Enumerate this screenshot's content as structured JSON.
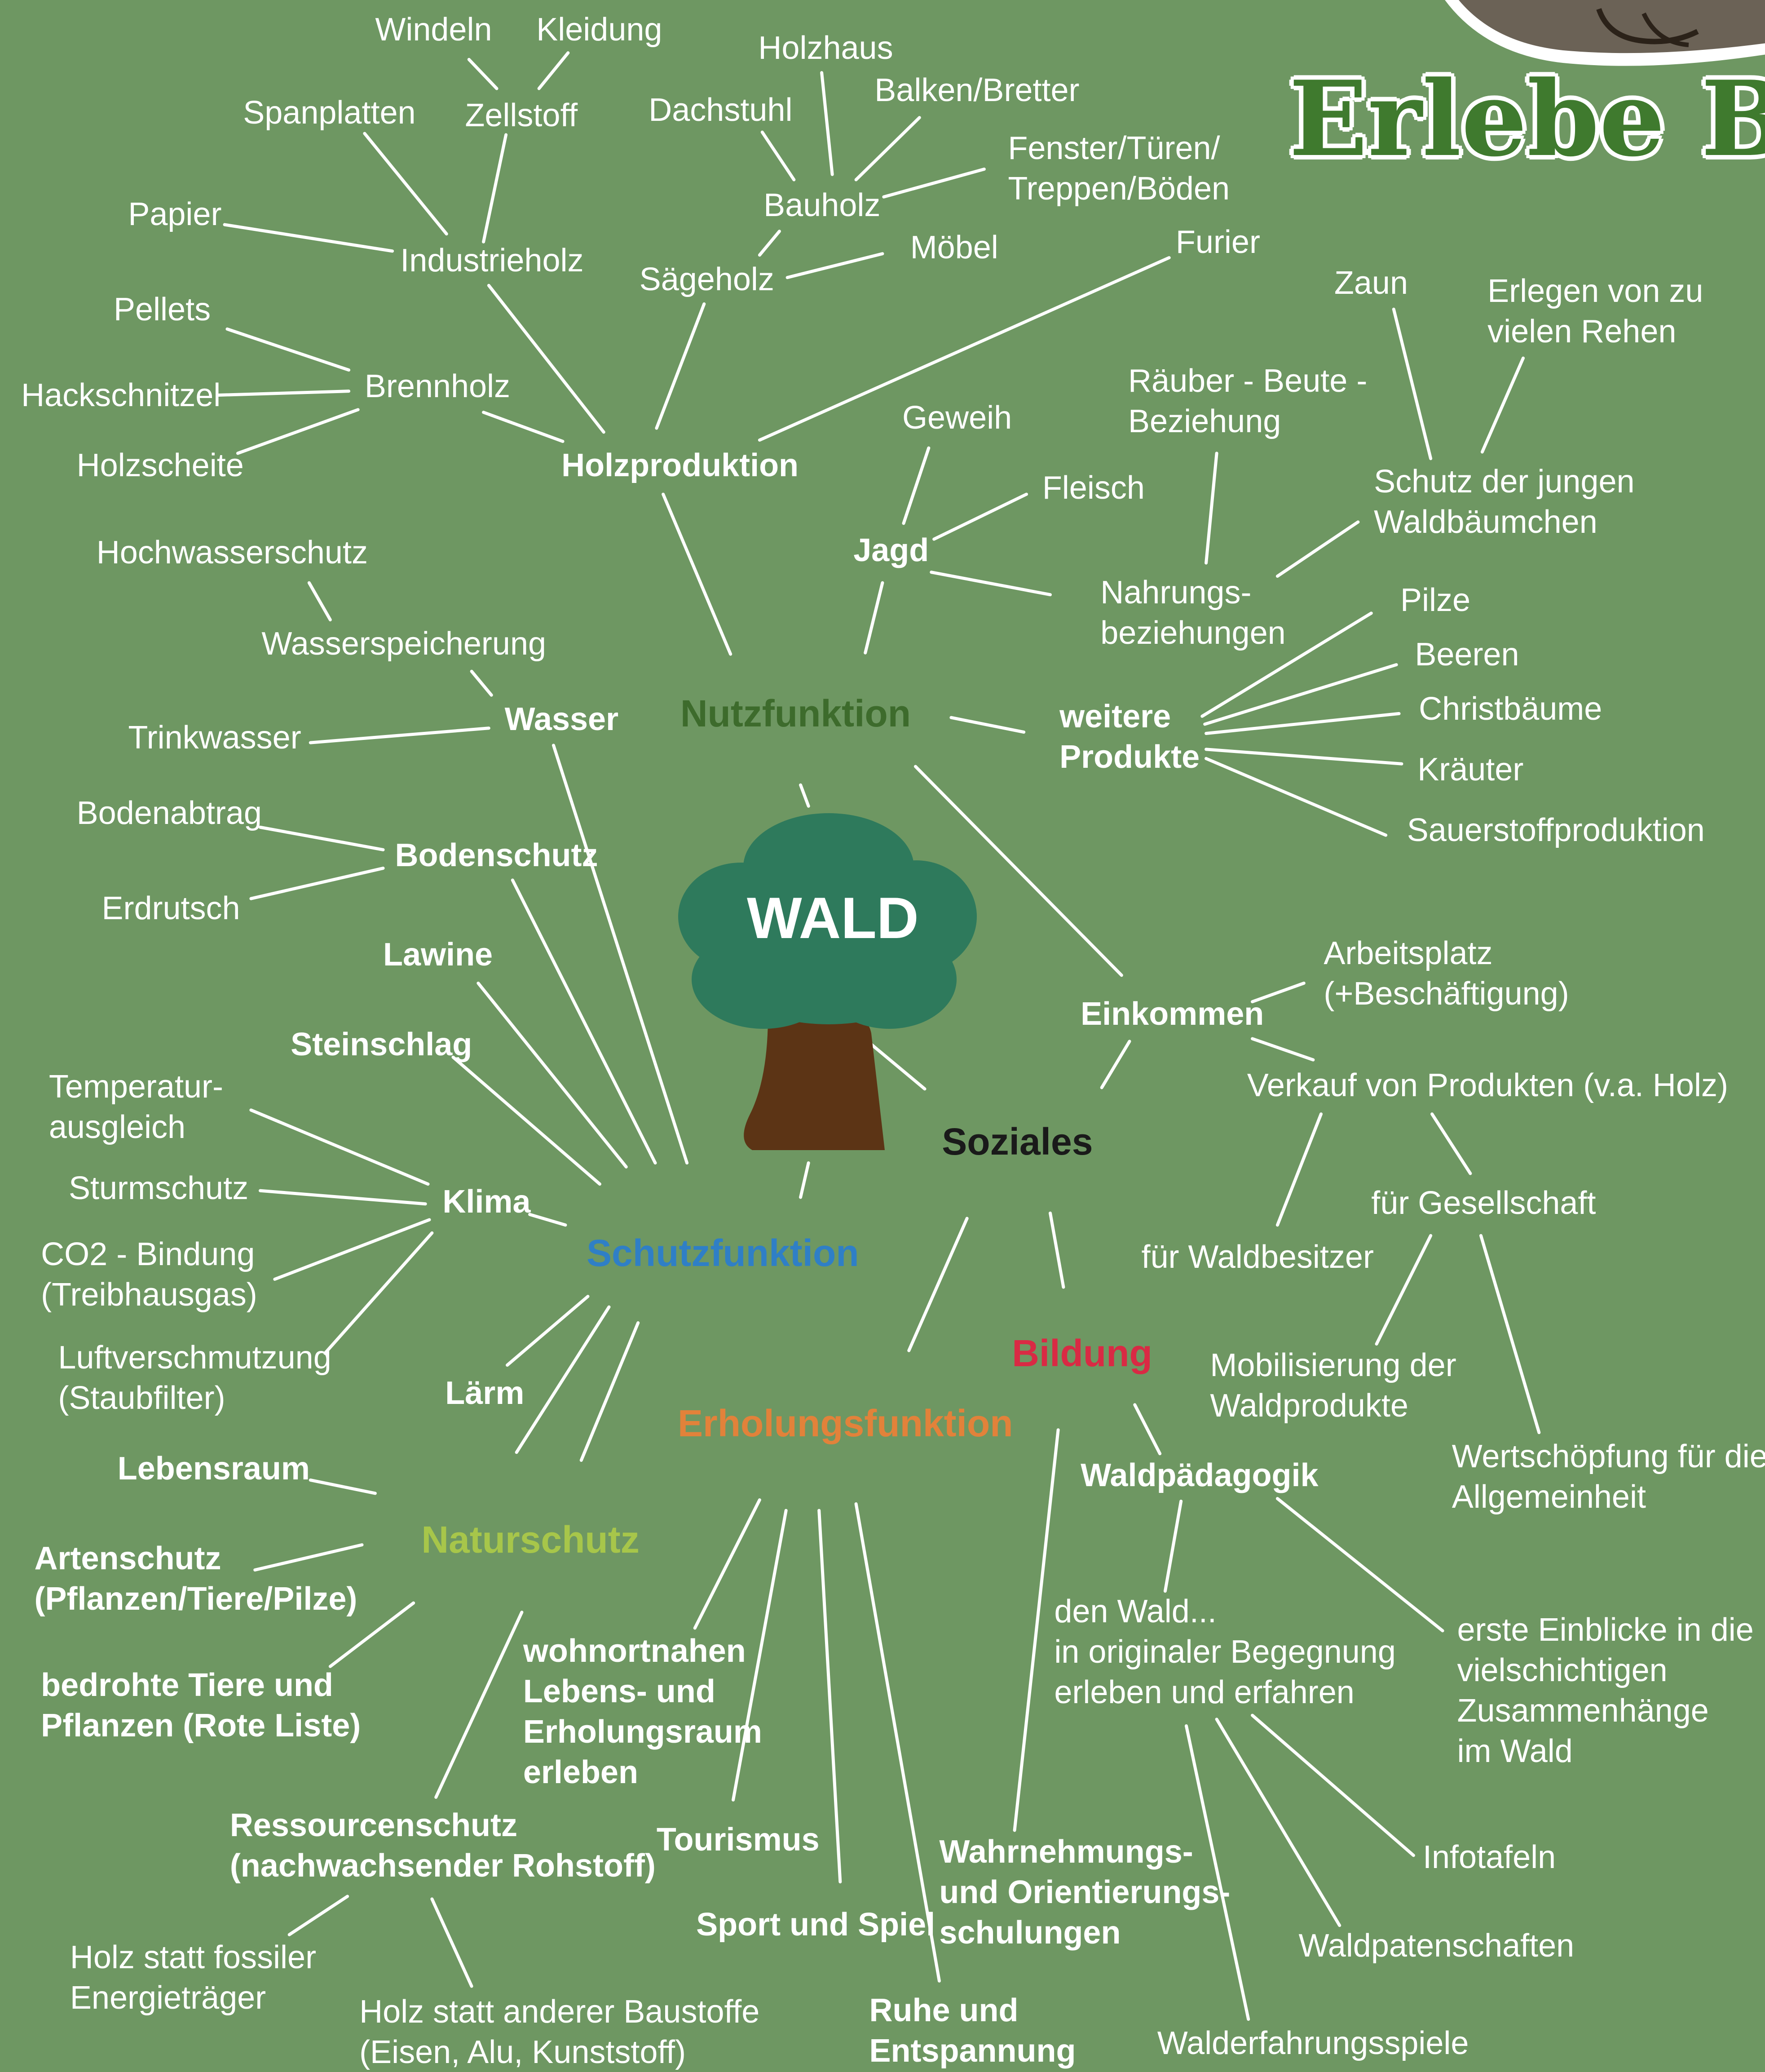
{
  "brand": {
    "title": "Erlebe Brud"
  },
  "colors": {
    "background": "#6e9762",
    "line": "#ffffff",
    "nutzfunktion": "#3d6b2c",
    "schutzfunktion": "#2f7fc6",
    "erholungsfunktion": "#e2823a",
    "naturschutz": "#a7c64a",
    "soziales": "#1a1a1a",
    "bildung": "#d92a44",
    "tree_crown": "#2e7a5c",
    "tree_trunk": "#5c3415"
  },
  "center": {
    "label": "WALD"
  },
  "categories": {
    "nutzfunktion": "Nutzfunktion",
    "schutzfunktion": "Schutzfunktion",
    "erholungsfunktion": "Erholungsfunktion",
    "naturschutz": "Naturschutz",
    "soziales": "Soziales",
    "bildung": "Bildung"
  },
  "labels": {
    "holzproduktion": "Holzproduktion",
    "industrieholz": "Industrieholz",
    "brennholz": "Brennholz",
    "saegeholz": "Sägeholz",
    "bauholz": "Bauholz",
    "zellstoff": "Zellstoff",
    "windeln": "Windeln",
    "kleidung": "Kleidung",
    "spanplatten": "Spanplatten",
    "papier": "Papier",
    "pellets": "Pellets",
    "hackschnitzel": "Hackschnitzel",
    "holzscheite": "Holzscheite",
    "holzhaus": "Holzhaus",
    "dachstuhl": "Dachstuhl",
    "balken": "Balken/Bretter",
    "fenster": "Fenster/Türen/\nTreppen/Böden",
    "moebel": "Möbel",
    "furier": "Furier",
    "jagd": "Jagd",
    "geweih": "Geweih",
    "fleisch": "Fleisch",
    "nahrung": "Nahrungs-\nbeziehungen",
    "raeuber": "Räuber - Beute -\nBeziehung",
    "schutz_jung": "Schutz der jungen\nWaldbäumchen",
    "zaun": "Zaun",
    "erlegen": "Erlegen von zu\nvielen Rehen",
    "weitere": "weitere\nProdukte",
    "pilze": "Pilze",
    "beeren": "Beeren",
    "christ": "Christbäume",
    "kraeuter": "Kräuter",
    "sauerstoff": "Sauerstoffproduktion",
    "einkommen": "Einkommen",
    "arbeitsplatz": "Arbeitsplatz\n(+Beschäftigung)",
    "verkauf": "Verkauf von Produkten (v.a. Holz)",
    "waldbesitzer": "für Waldbesitzer",
    "gesellschaft": "für Gesellschaft",
    "mobilisierung": "Mobilisierung der\nWaldprodukte",
    "wertschoepfung": "Wertschöpfung für die\nAllgemeinheit",
    "waldpaed": "Waldpädagogik",
    "denwald": "den Wald...\nin originaler Begegnung\nerleben und erfahren",
    "einblicke": "erste Einblicke in die\nvielschichtigen\nZusammenhänge\nim Wald",
    "infotafeln": "Infotafeln",
    "patenschaften": "Waldpatenschaften",
    "erfahrungsspiele": "Walderfahrungsspiele",
    "wahrnehmung": "Wahrnehmungs-\nund Orientierungs-\nschulungen",
    "wohnortnahen": "wohnortnahen\nLebens- und\nErholungsraum\nerleben",
    "tourismus": "Tourismus",
    "sport": "Sport und Spiel",
    "ruhe": "Ruhe und\nEntspannung",
    "wasser": "Wasser",
    "hochwasser": "Hochwasserschutz",
    "wasserspeicher": "Wasserspeicherung",
    "trinkwasser": "Trinkwasser",
    "bodenschutz": "Bodenschutz",
    "bodenabtrag": "Bodenabtrag",
    "erdrutsch": "Erdrutsch",
    "lawine": "Lawine",
    "steinschlag": "Steinschlag",
    "klima": "Klima",
    "temperatur": "Temperatur-\nausgleich",
    "sturmschutz": "Sturmschutz",
    "co2": "CO2 - Bindung\n(Treibhausgas)",
    "luft": "Luftverschmutzung\n(Staubfilter)",
    "laerm": "Lärm",
    "lebensraum": "Lebensraum",
    "artenschutz": "Artenschutz\n(Pflanzen/Tiere/Pilze)",
    "bedrohte": "bedrohte Tiere und\nPflanzen (Rote Liste)",
    "ressourcen": "Ressourcenschutz\n(nachwachsender Rohstoff)",
    "holz_fossil": "Holz statt fossiler\nEnergieträger",
    "holz_bau": "Holz statt anderer Baustoffe\n(Eisen, Alu, Kunststoff)"
  }
}
